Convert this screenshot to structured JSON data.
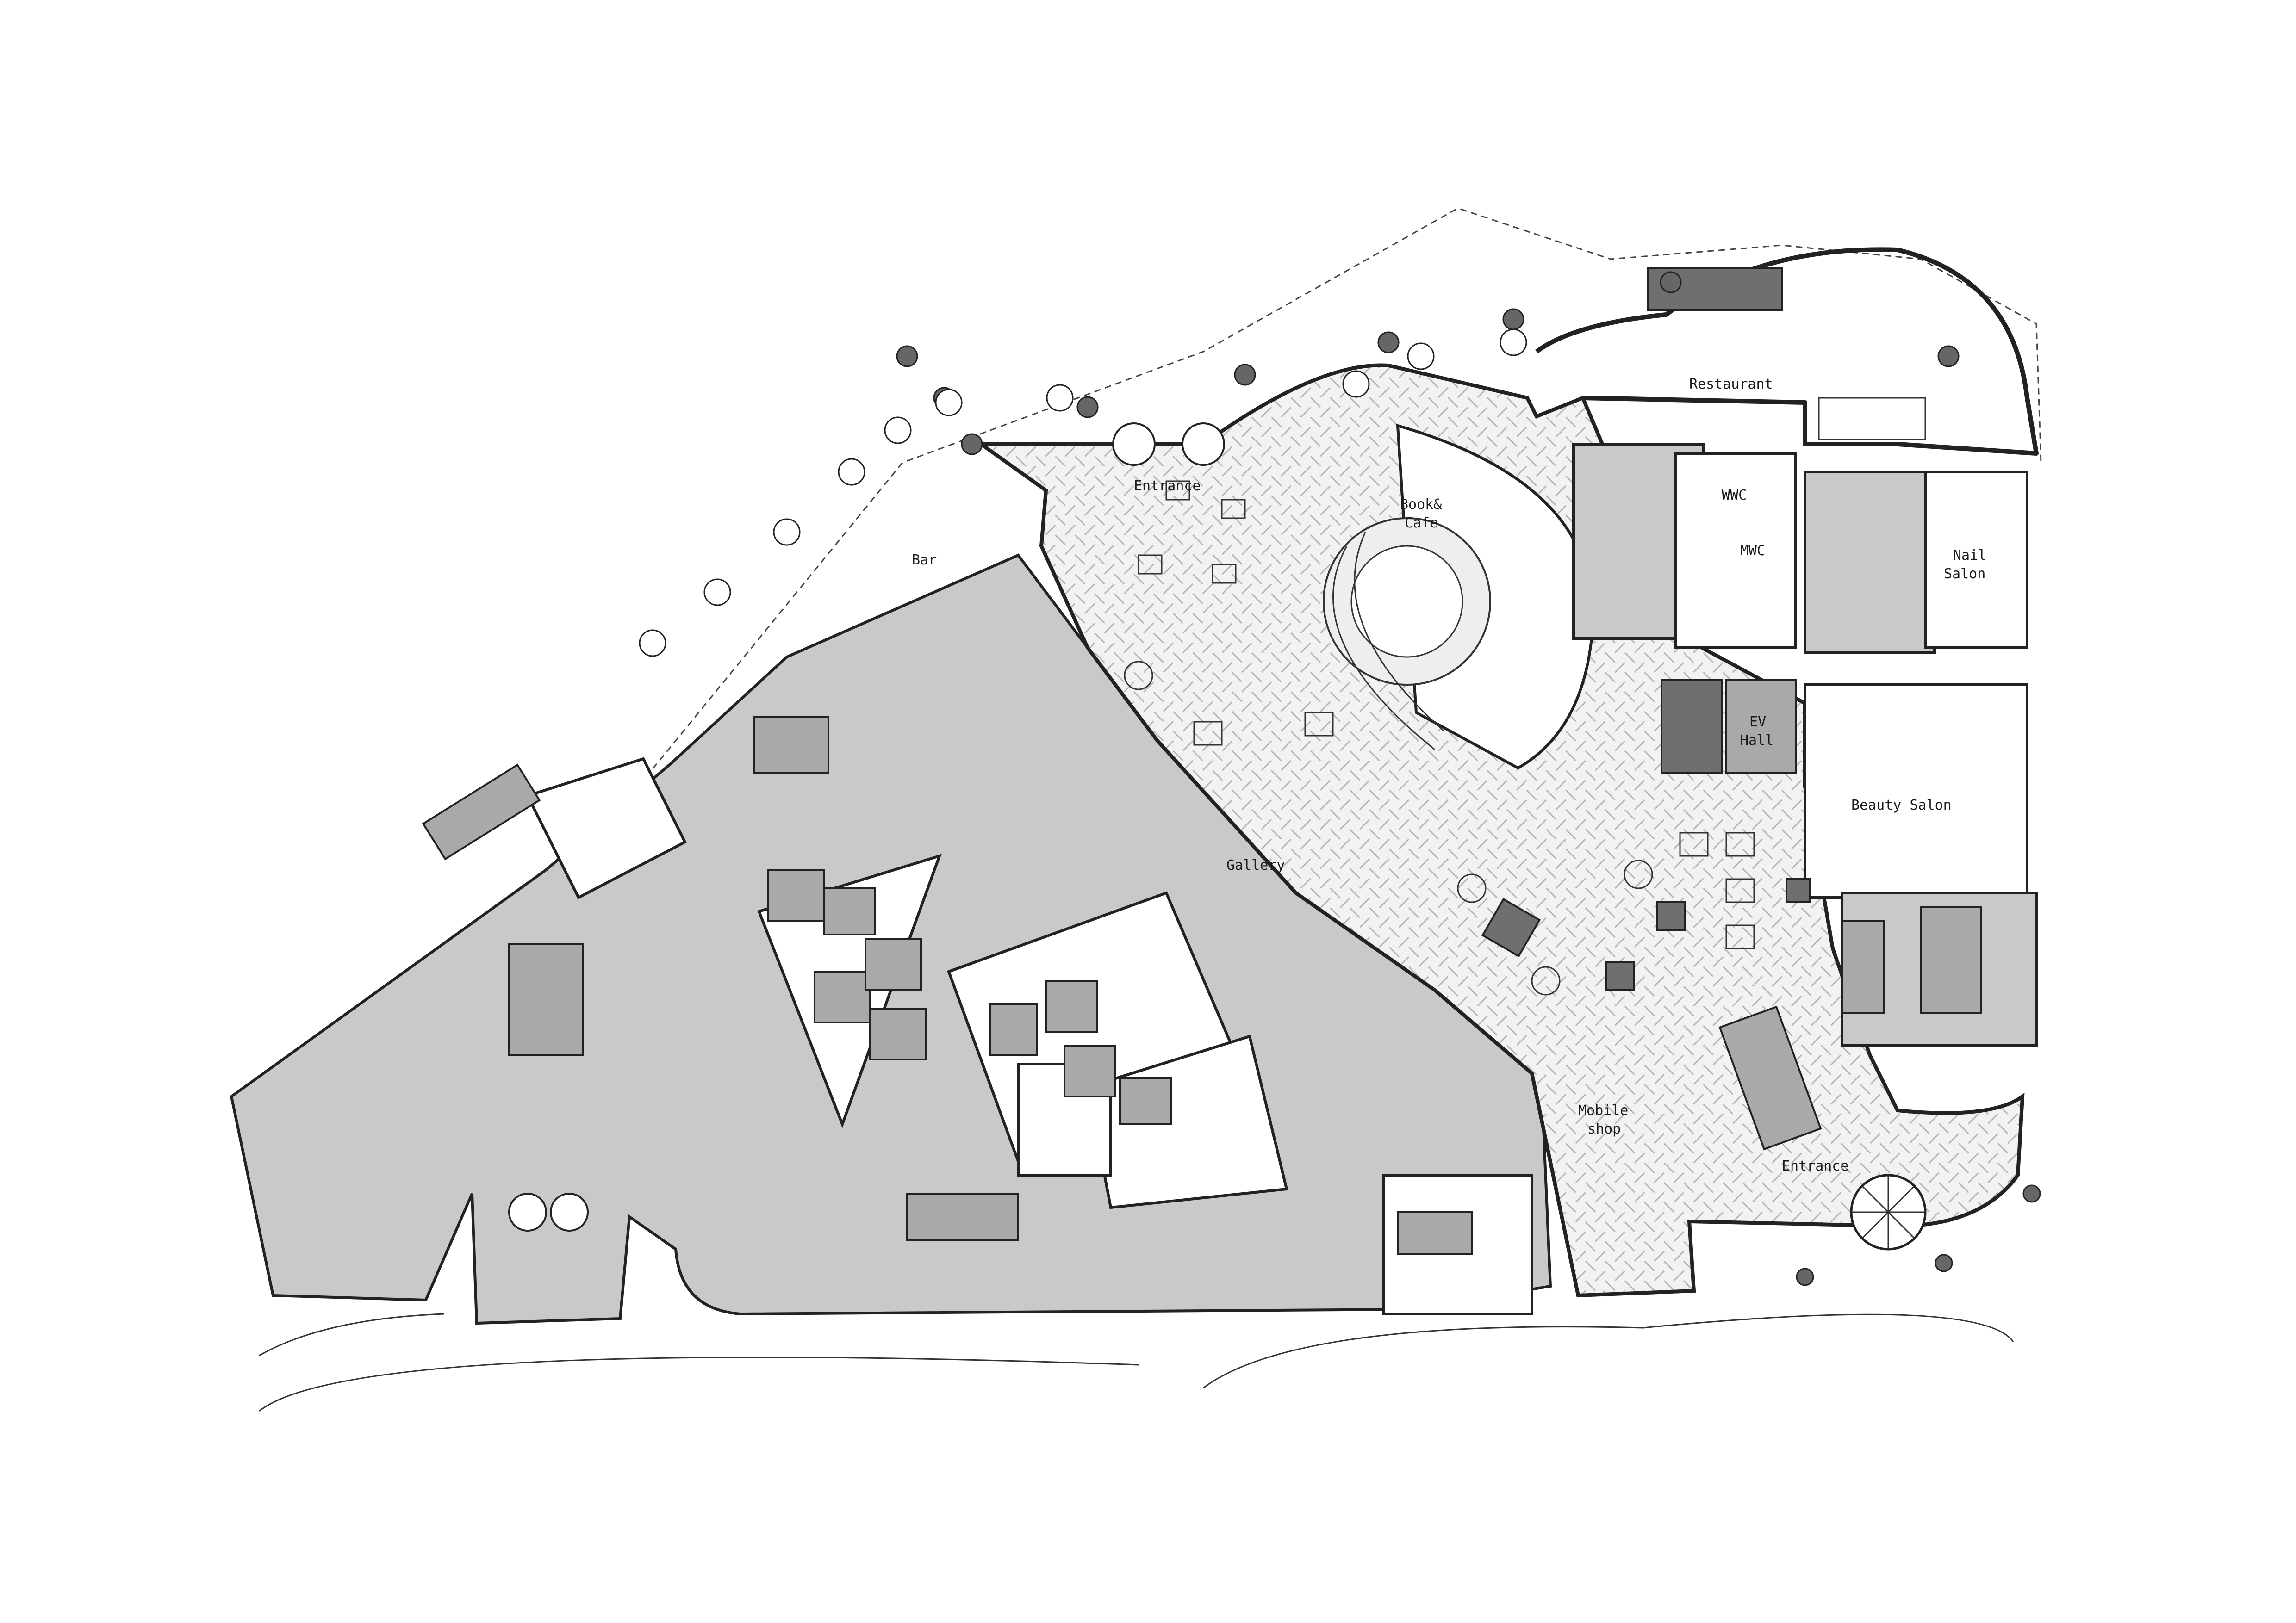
{
  "rooms": {
    "restaurant": "Restaurant",
    "entrance_north": "Entrance",
    "book_cafe_1": "Book&",
    "book_cafe_2": "Cafe",
    "wwc": "WWC",
    "mwc": "MWC",
    "nail_salon_1": "Nail",
    "nail_salon_2": "Salon",
    "bar": "Bar",
    "ev_hall_1": "EV",
    "ev_hall_2": "Hall",
    "beauty_salon": "Beauty Salon",
    "gallery": "Gallery",
    "mobile_shop_1": "Mobile",
    "mobile_shop_2": "shop",
    "entrance_south": "Entrance"
  },
  "icons": {
    "tree": "tree-icon",
    "outdoor_table": "table-set-icon",
    "escalator": "escalator-icon",
    "stair": "stair-icon",
    "revolving_door": "revolving-door-icon",
    "spiral_stair": "spiral-stair-icon"
  },
  "colors": {
    "back_of_house": "#c9c9c9",
    "core": "#6f6f6f",
    "pattern_floor": "#eeeeee",
    "wall": "#222222"
  }
}
